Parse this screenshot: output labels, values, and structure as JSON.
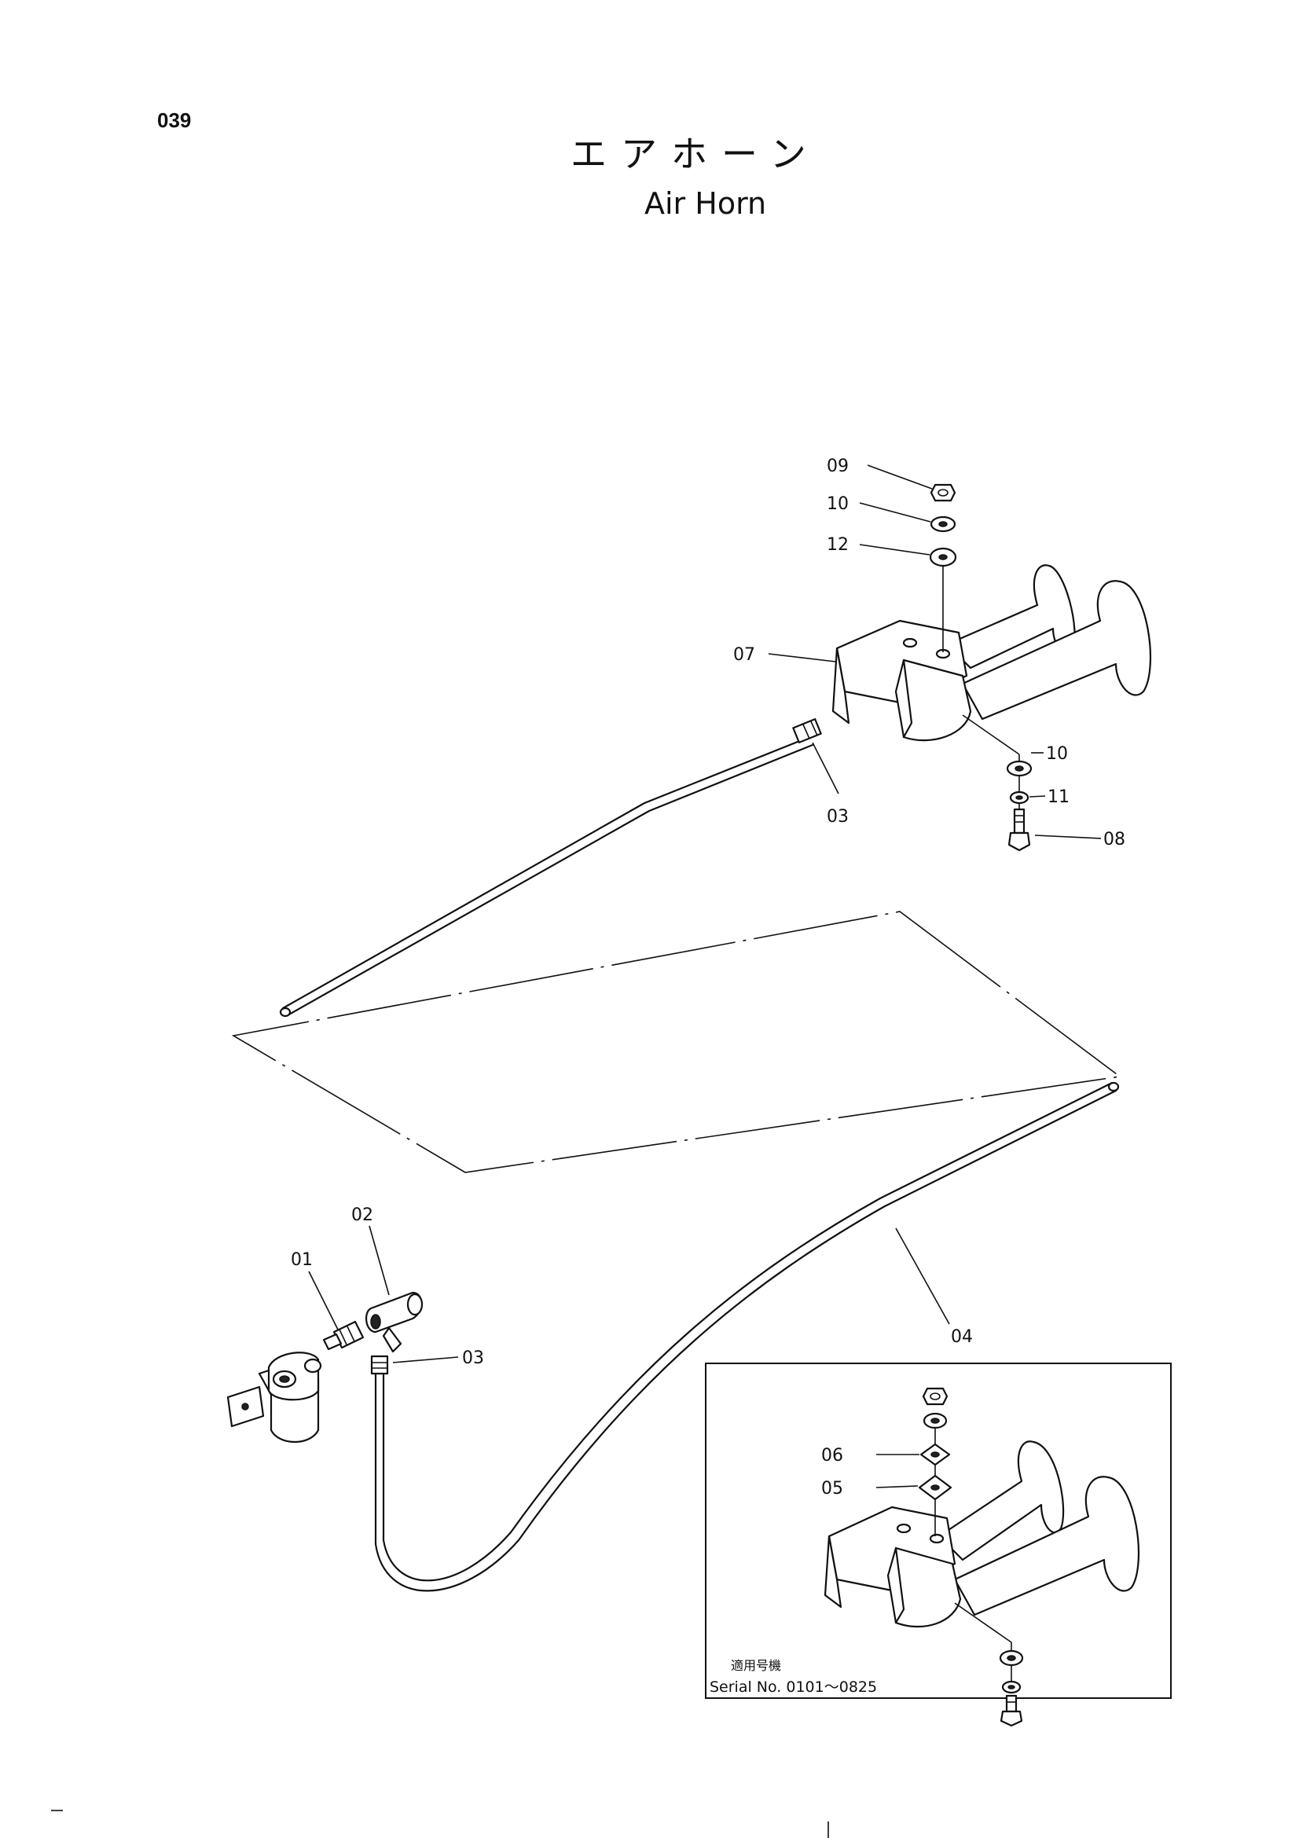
{
  "header": {
    "page_number": "039",
    "title_jp": "エアホーン",
    "title_en": "Air Horn"
  },
  "callouts": {
    "c01": "01",
    "c02": "02",
    "c03_upper": "03",
    "c03_lower": "03",
    "c04": "04",
    "c05": "05",
    "c06": "06",
    "c07": "07",
    "c08": "08",
    "c09": "09",
    "c10_upper": "10",
    "c10_lower": "10",
    "c11": "11",
    "c12": "12"
  },
  "inset": {
    "applicability_label": "適用号機",
    "serial": "Serial No. 0101～0825"
  }
}
